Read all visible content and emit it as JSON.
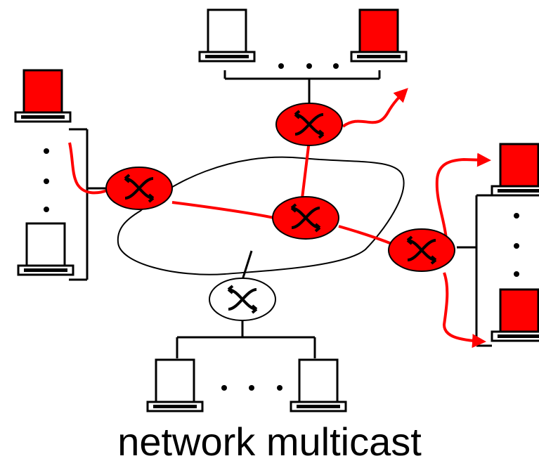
{
  "caption": "network multicast",
  "colors": {
    "multicast": "#ff0000",
    "wire": "#000000",
    "background": "#ffffff"
  },
  "legend_semantics": {
    "red_host": "receiving host",
    "white_host": "non-receiving host",
    "red_router": "multicast router",
    "white_router": "non-multicast router"
  },
  "icons": {
    "host": "desktop-computer-icon",
    "router": "router-crossed-arrows-icon",
    "network": "network-cloud-outline"
  }
}
